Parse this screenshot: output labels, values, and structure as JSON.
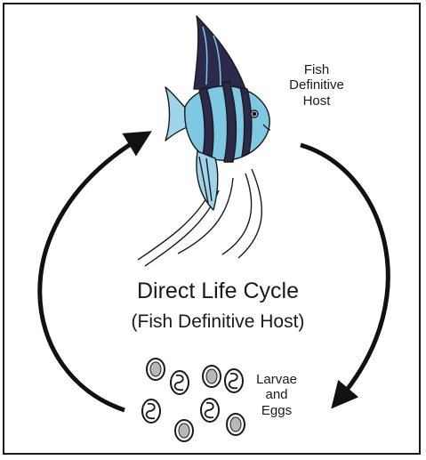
{
  "title": "Direct Life Cycle",
  "subtitle": "(Fish Definitive Host)",
  "stages": {
    "fish": {
      "line1": "Fish",
      "line2": "Definitive",
      "line3": "Host"
    },
    "eggs": {
      "line1": "Larvae",
      "line2": "and",
      "line3": "Eggs"
    }
  },
  "colors": {
    "frame": "#1a1a1a",
    "arrow": "#111111",
    "fish_body": "#7ec8e3",
    "fish_stripe": "#2b2a4a",
    "egg_fill": "#b8b8b8"
  },
  "icons": [
    "angelfish-icon",
    "egg-icon",
    "larva-icon",
    "cycle-arrow-icon"
  ]
}
